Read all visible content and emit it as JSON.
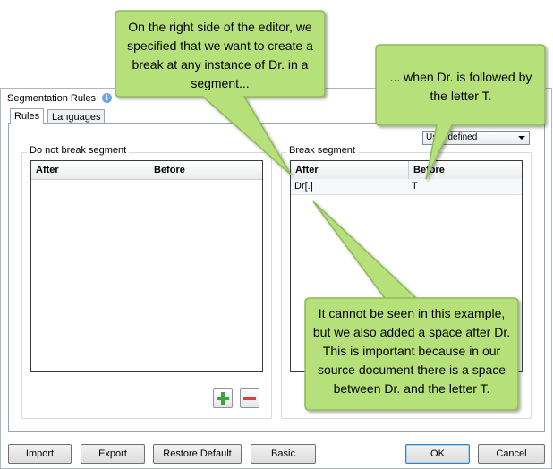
{
  "window": {
    "title": "Segmentation Rules"
  },
  "tabs": [
    {
      "label": "Rules"
    },
    {
      "label": "Languages"
    }
  ],
  "combo": {
    "value": "User-defined"
  },
  "left_group": {
    "label": "Do not break segment",
    "columns": [
      "After",
      "Before"
    ],
    "rows": []
  },
  "right_group": {
    "label": "Break segment",
    "columns": [
      "After",
      "Before"
    ],
    "rows": [
      {
        "after": "Dr[.]",
        "before": "T"
      }
    ]
  },
  "buttons": {
    "import": "Import",
    "export": "Export",
    "restore_default": "Restore Default",
    "basic": "Basic",
    "ok": "OK",
    "cancel": "Cancel"
  },
  "callouts": {
    "top_left": "On the right side of the editor, we specified that we want to create a break at any instance of Dr. in a segment...",
    "top_right": "... when Dr. is followed by the letter T.",
    "bottom": "It cannot be seen in this example, but we also added a space after Dr. This is important because in our source document there is a space between Dr. and the letter T."
  },
  "colors": {
    "callout_fill": "#b6e07a",
    "callout_border": "#8fb85a",
    "add_icon": "#3aa53a",
    "remove_icon": "#d9413a"
  }
}
